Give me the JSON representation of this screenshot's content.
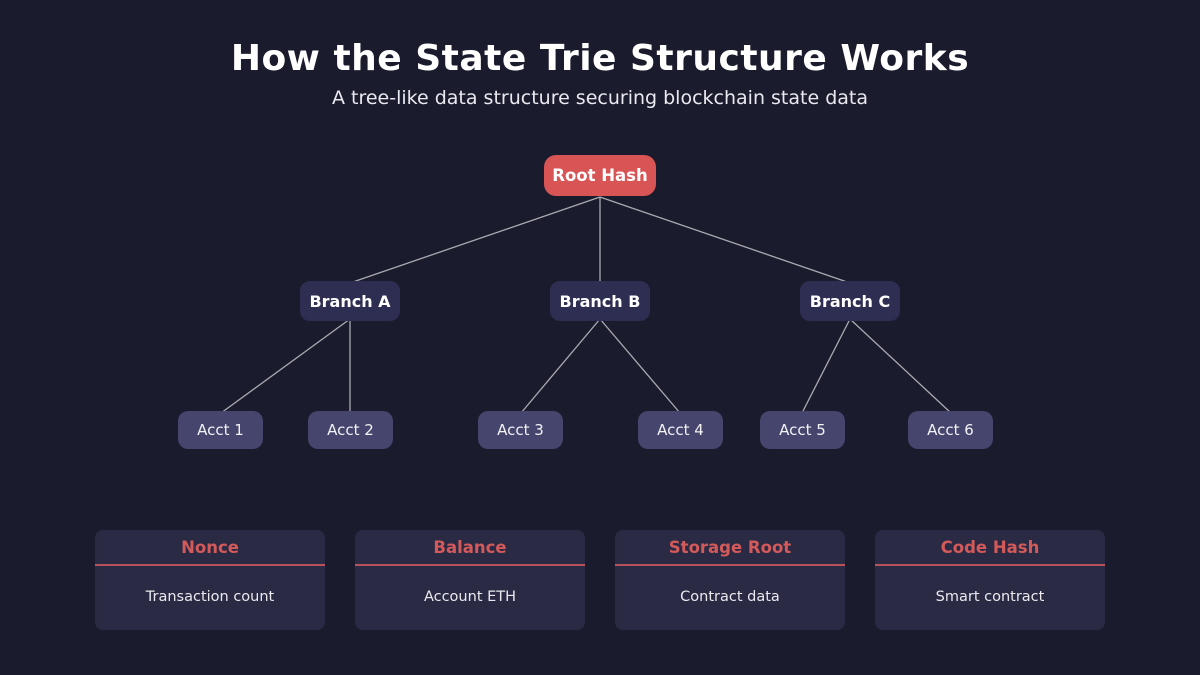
{
  "header": {
    "title": "How the State Trie Structure Works",
    "subtitle": "A tree-like data structure securing blockchain state data"
  },
  "tree": {
    "root": {
      "label": "Root Hash"
    },
    "branches": [
      {
        "label": "Branch A"
      },
      {
        "label": "Branch B"
      },
      {
        "label": "Branch C"
      }
    ],
    "accounts": [
      {
        "label": "Acct 1"
      },
      {
        "label": "Acct 2"
      },
      {
        "label": "Acct 3"
      },
      {
        "label": "Acct 4"
      },
      {
        "label": "Acct 5"
      },
      {
        "label": "Acct 6"
      }
    ],
    "edges": [
      {
        "from": "Root Hash",
        "to": "Branch A"
      },
      {
        "from": "Root Hash",
        "to": "Branch B"
      },
      {
        "from": "Root Hash",
        "to": "Branch C"
      },
      {
        "from": "Branch A",
        "to": "Acct 1"
      },
      {
        "from": "Branch A",
        "to": "Acct 2"
      },
      {
        "from": "Branch B",
        "to": "Acct 3"
      },
      {
        "from": "Branch B",
        "to": "Acct 4"
      },
      {
        "from": "Branch C",
        "to": "Acct 5"
      },
      {
        "from": "Branch C",
        "to": "Acct 6"
      }
    ]
  },
  "cards": [
    {
      "title": "Nonce",
      "description": "Transaction count"
    },
    {
      "title": "Balance",
      "description": "Account ETH"
    },
    {
      "title": "Storage Root",
      "description": "Contract data"
    },
    {
      "title": "Code Hash",
      "description": "Smart contract"
    }
  ],
  "colors": {
    "background": "#1b1b2e",
    "root_node": "#d95555",
    "branch_node": "#2e2e52",
    "account_node": "#45456d",
    "card_background": "#2a2a45",
    "accent_red": "#d45a5a",
    "divider_red": "#b8525c",
    "connector_line": "#aaabb0"
  }
}
